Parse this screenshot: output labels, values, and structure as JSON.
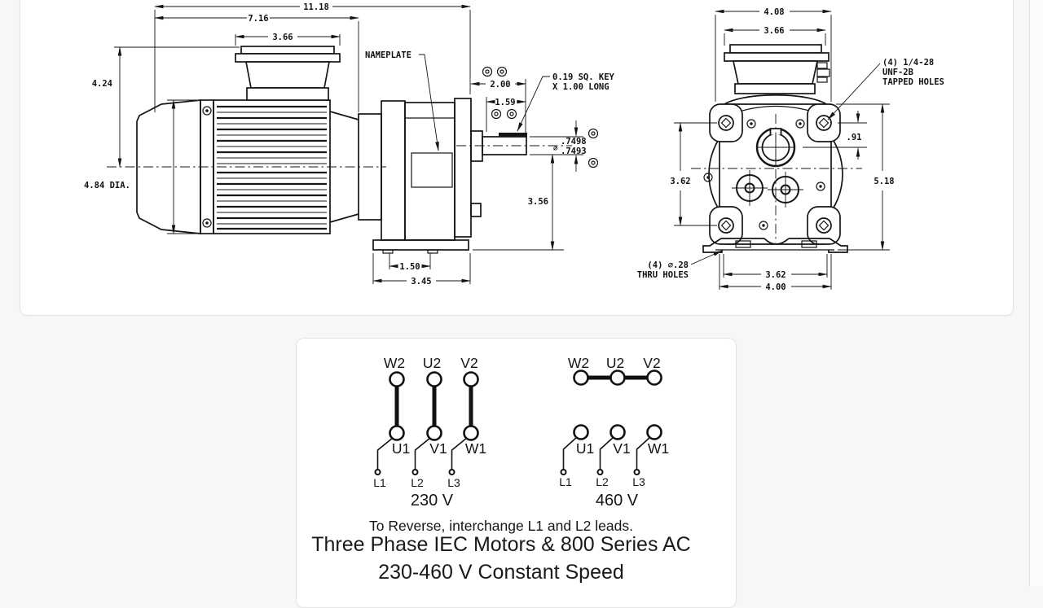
{
  "page": {
    "background": "#f7f7f8"
  },
  "colors": {
    "line": "#151515",
    "card_bg": "#ffffff",
    "card_border": "#e3e3e6",
    "page_bg": "#f7f7f8"
  },
  "drawing_panel": {
    "side_view": {
      "dim_overall_length": "11.18",
      "dim_motor_length": "7.16",
      "dim_box_width": "3.66",
      "nameplate_label": "NAMEPLATE",
      "dim_center_height": "4.24",
      "dim_body_dia": "4.84 DIA.",
      "dim_shaft_ext": "2.00",
      "dim_key_end": "1.59",
      "key_note_line1": "0.19 SQ. KEY",
      "key_note_line2": "X 1.00 LONG",
      "dia_symbol": "⌀",
      "shaft_dia_upper": ".7498",
      "shaft_dia_lower": ".7493",
      "dim_shaft_height": "3.56",
      "dim_foot_holes": "1.50",
      "dim_foot_length": "3.45"
    },
    "end_view": {
      "dim_overall_width": "4.08",
      "dim_box_width": "3.66",
      "tapped_note_line1": "(4) 1/4-28",
      "tapped_note_line2": "UNF-2B",
      "tapped_note_line3": "TAPPED HOLES",
      "dim_shaft_offset": ".91",
      "dim_hole_span_v": "3.62",
      "dim_overall_height": "5.18",
      "thru_note_line1": "(4) ⌀.28",
      "thru_note_line2": "THRU HOLES",
      "dim_hole_span_h": "3.62",
      "dim_foot_width": "4.00"
    }
  },
  "wiring_panel": {
    "diagrams": [
      {
        "voltage": "230 V",
        "top_terminals": [
          "W2",
          "U2",
          "V2"
        ],
        "bottom_terminals": [
          "U1",
          "V1",
          "W1"
        ],
        "leads": [
          "L1",
          "L2",
          "L3"
        ]
      },
      {
        "voltage": "460 V",
        "top_terminals": [
          "W2",
          "U2",
          "V2"
        ],
        "bottom_terminals": [
          "U1",
          "V1",
          "W1"
        ],
        "leads": [
          "L1",
          "L2",
          "L3"
        ]
      }
    ],
    "reverse_note": "To Reverse, interchange L1 and L2 leads.",
    "title_line1": "Three Phase IEC Motors & 800 Series AC",
    "title_line2": "230-460 V Constant Speed"
  }
}
